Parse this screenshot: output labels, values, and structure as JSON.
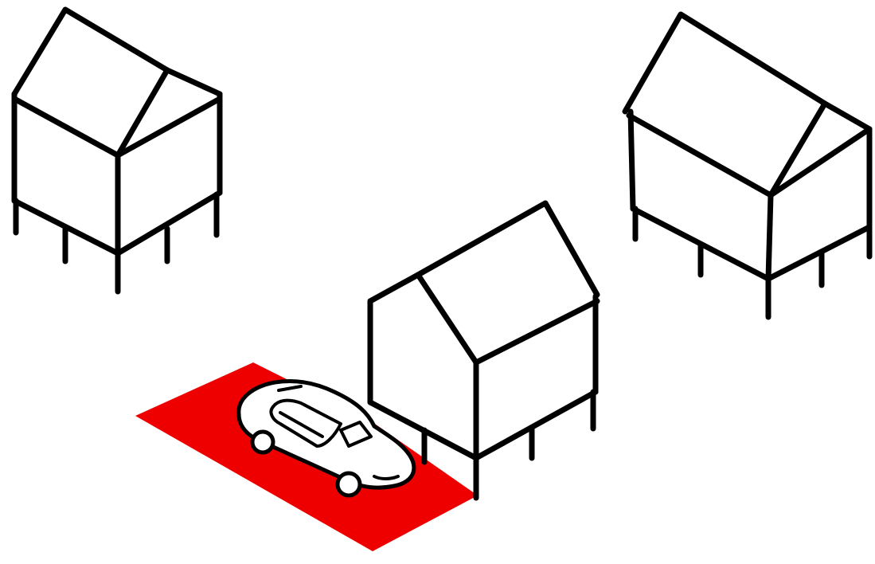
{
  "scene": {
    "description_visible_text": "",
    "colors": {
      "background": "#ffffff",
      "ink": "#000000",
      "parking_area": "#ee0000",
      "fill": "#ffffff"
    },
    "houses": [
      {
        "id": "left-house",
        "type": "house-on-stilts"
      },
      {
        "id": "right-house",
        "type": "house-on-stilts"
      },
      {
        "id": "center-house",
        "type": "house-on-stilts"
      }
    ],
    "parking_spot": {
      "highlighted": true,
      "vehicle": "car-icon"
    }
  }
}
